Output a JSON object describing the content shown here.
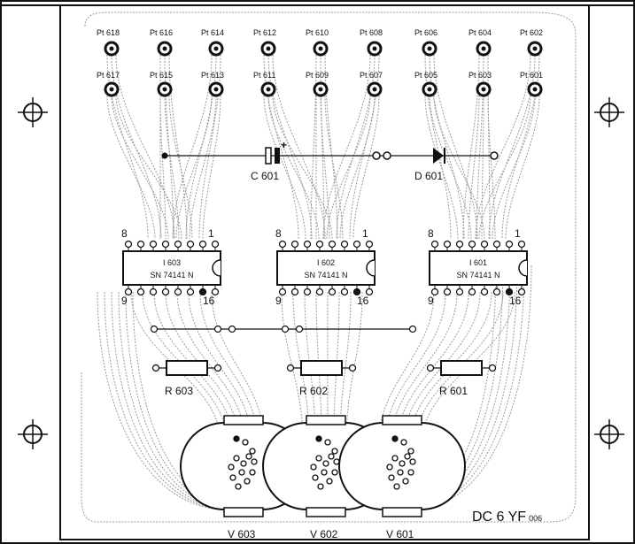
{
  "board": {
    "code": "DC 6 YF",
    "code_suffix": "006"
  },
  "test_points": {
    "top_row": [
      "Pt 618",
      "Pt 616",
      "Pt 614",
      "Pt 612",
      "Pt 610",
      "Pt 608",
      "Pt 606",
      "Pt 604",
      "Pt 602"
    ],
    "bottom_row": [
      "Pt 617",
      "Pt 615",
      "Pt 613",
      "Pt 611",
      "Pt 609",
      "Pt 607",
      "Pt 605",
      "Pt 603",
      "Pt 601"
    ]
  },
  "components": {
    "capacitor": {
      "label": "C 601",
      "polarity": "+"
    },
    "diode": {
      "label": "D 601"
    },
    "ics": [
      {
        "name": "I 603",
        "part": "SN 74141 N",
        "pin_top_left": "8",
        "pin_top_right": "1",
        "pin_bottom_left": "9",
        "pin_bottom_right": "16"
      },
      {
        "name": "I 602",
        "part": "SN 74141 N",
        "pin_top_left": "8",
        "pin_top_right": "1",
        "pin_bottom_left": "9",
        "pin_bottom_right": "16"
      },
      {
        "name": "I 601",
        "part": "SN 74141 N",
        "pin_top_left": "8",
        "pin_top_right": "1",
        "pin_bottom_left": "9",
        "pin_bottom_right": "16"
      }
    ],
    "resistors": [
      "R 603",
      "R 602",
      "R 601"
    ],
    "tubes": [
      "V 603",
      "V 602",
      "V 601"
    ]
  },
  "colors": {
    "ink": "#111111",
    "trace": "#9a9a9a",
    "background": "#ffffff"
  }
}
